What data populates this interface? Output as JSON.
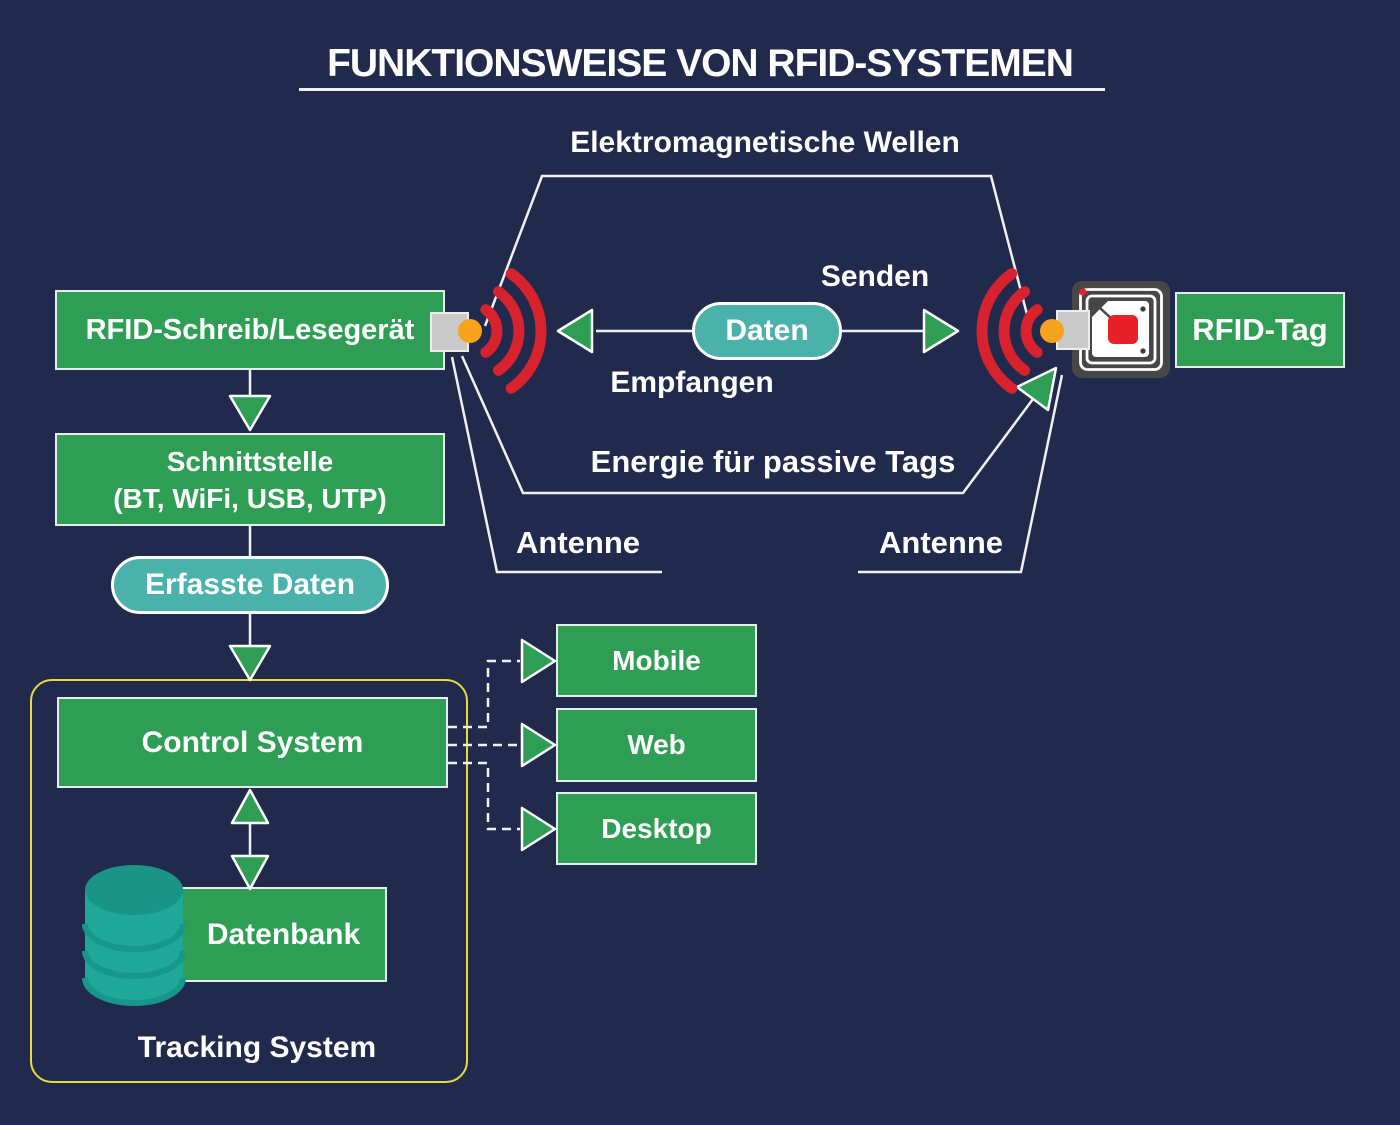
{
  "title": "FUNKTIONSWEISE VON RFID-SYSTEMEN",
  "flow_labels": {
    "em_waves": "Elektromagnetische Wellen",
    "send": "Senden",
    "receive": "Empfangen",
    "energy": "Energie für passive Tags",
    "antenna_left": "Antenne",
    "antenna_right": "Antenne"
  },
  "nodes": {
    "reader": "RFID-Schreib/Lesegerät",
    "interface": {
      "line1": "Schnittstelle",
      "line2": "(BT, WiFi, USB, UTP)"
    },
    "data_pill": "Daten",
    "captured_data": "Erfasste Daten",
    "control_system": "Control System",
    "database": "Datenbank",
    "tracking_system": "Tracking System",
    "rfid_tag": "RFID-Tag",
    "clients": [
      "Mobile",
      "Web",
      "Desktop"
    ]
  },
  "colors": {
    "background": "#212a4c",
    "green": "#2e9e54",
    "teal": "#4bb1ab",
    "red": "#d8232f",
    "orange": "#f6a21d",
    "yellow": "#e3de3f",
    "line": "#eef0f2",
    "gray": "#c9c9c9",
    "icon_dark": "#474747",
    "db_teal": "#1fa79a",
    "db_teal_dark": "#1b9488",
    "db_line": "#17968b",
    "chip_red": "#e8202a",
    "text": "#ffffff"
  }
}
